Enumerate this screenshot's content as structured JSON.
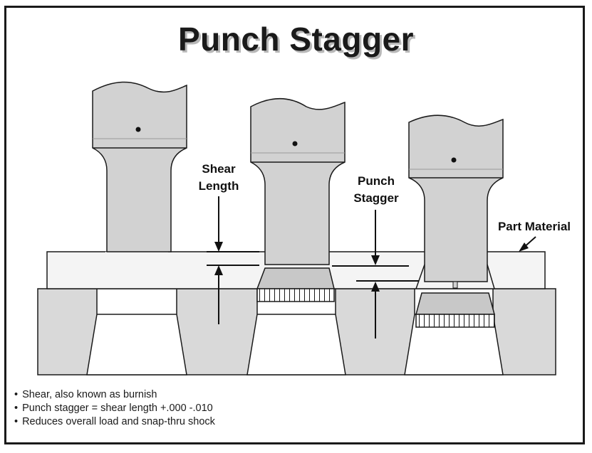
{
  "title": "Punch Stagger",
  "labels": {
    "shear_length_line1": "Shear",
    "shear_length_line2": "Length",
    "punch_stagger_line1": "Punch",
    "punch_stagger_line2": "Stagger",
    "part_material": "Part Material"
  },
  "bullets": [
    "Shear, also known as burnish",
    "Punch stagger = shear length +.000 -.010",
    "Reduces overall load and snap-thru shock"
  ],
  "colors": {
    "punch_fill": "#d2d2d2",
    "outline": "#1a1a1a",
    "material_fill": "#f4f4f4",
    "die_fill": "#d9d9d9",
    "slug_fill": "#c8c8c8"
  }
}
